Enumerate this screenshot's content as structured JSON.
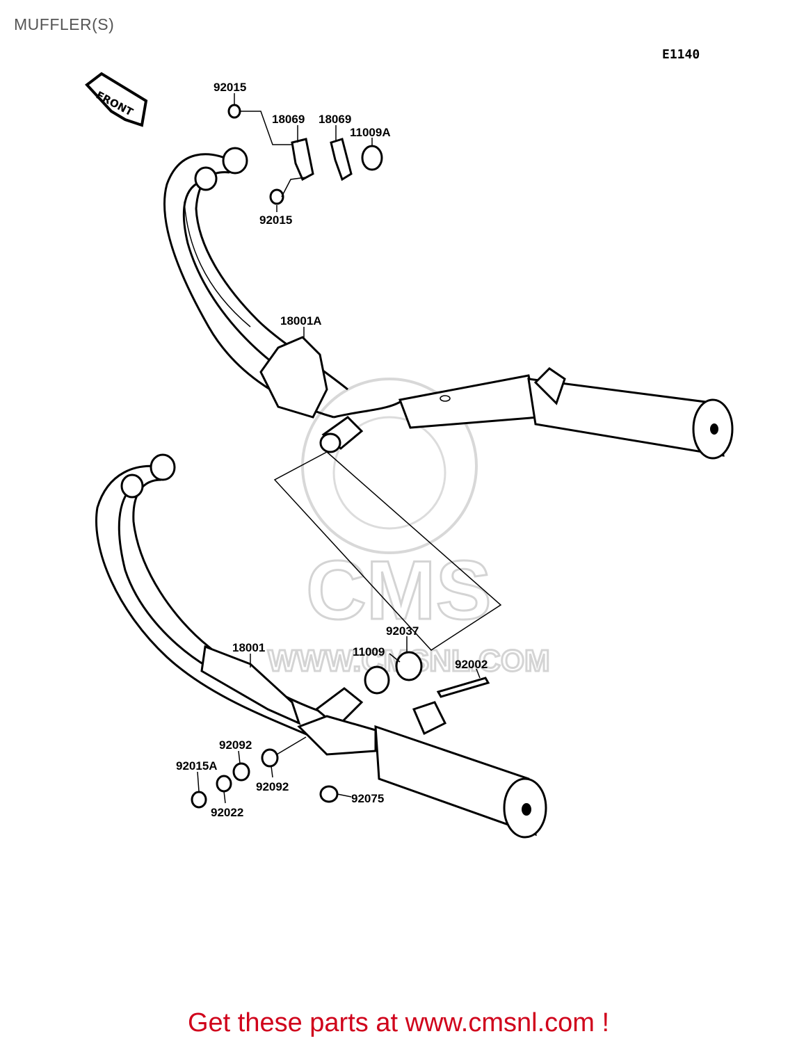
{
  "title": "MUFFLER(S)",
  "diagram_code": "E1140",
  "front_label": "FRONT",
  "watermark": {
    "brand": "CMS",
    "url": "WWW.CMSNL.COM"
  },
  "callouts": [
    {
      "id": "92015-top",
      "text": "92015"
    },
    {
      "id": "18069-a",
      "text": "18069"
    },
    {
      "id": "18069-b",
      "text": "18069"
    },
    {
      "id": "11009A",
      "text": "11009A"
    },
    {
      "id": "92015-mid",
      "text": "92015"
    },
    {
      "id": "18001A",
      "text": "18001A"
    },
    {
      "id": "18001",
      "text": "18001"
    },
    {
      "id": "92037",
      "text": "92037"
    },
    {
      "id": "11009",
      "text": "11009"
    },
    {
      "id": "92002",
      "text": "92002"
    },
    {
      "id": "92092-a",
      "text": "92092"
    },
    {
      "id": "92015A",
      "text": "92015A"
    },
    {
      "id": "92092-b",
      "text": "92092"
    },
    {
      "id": "92022",
      "text": "92022"
    },
    {
      "id": "92075",
      "text": "92075"
    }
  ],
  "footer": "Get these parts at www.cmsnl.com !"
}
